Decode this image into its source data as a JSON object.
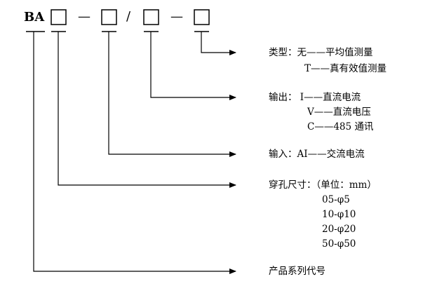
{
  "code": {
    "prefix": "BA",
    "dash": "—",
    "slash": "/"
  },
  "sections": {
    "type": {
      "lines": [
        "类型：无——平均值测量",
        "T——真有效值测量"
      ]
    },
    "output": {
      "lines": [
        "输出： I——直流电流",
        "V——直流电压",
        "C——485 通讯"
      ]
    },
    "input": {
      "lines": [
        "输入：AI——交流电流"
      ]
    },
    "aperture": {
      "lines": [
        "穿孔尺寸：（单位：mm）",
        "05-φ5",
        "10-φ10",
        "20-φ20",
        "50-φ50"
      ]
    },
    "series": {
      "lines": [
        "产品系列代号"
      ]
    }
  }
}
